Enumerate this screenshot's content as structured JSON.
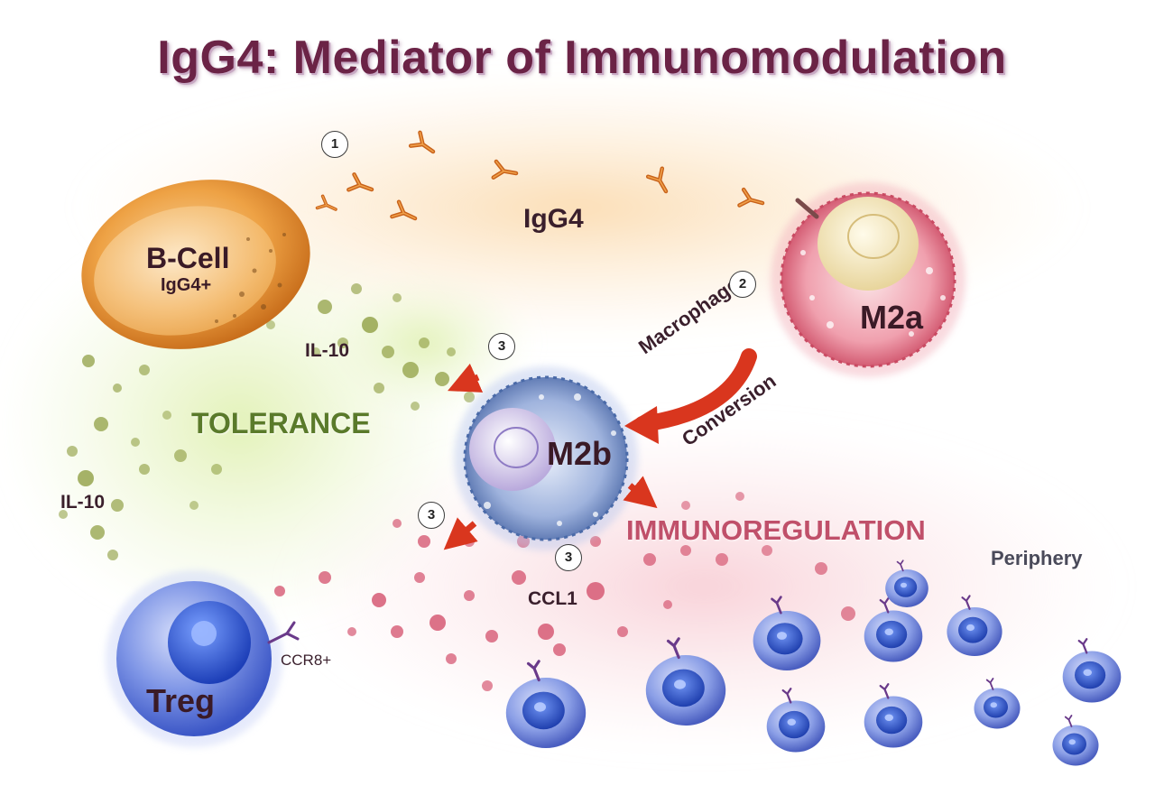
{
  "title": "IgG4: Mediator of Immunomodulation",
  "labels": {
    "igg4": "IgG4",
    "b_cell": "B-Cell",
    "b_cell_sub": "IgG4+",
    "m2a": "M2a",
    "m2b": "M2b",
    "treg": "Treg",
    "ccr8": "CCR8+",
    "il10_upper": "IL-10",
    "il10_lower": "IL-10",
    "tolerance": "TOLERANCE",
    "immunoregulation": "IMMUNOREGULATION",
    "periphery": "Periphery",
    "ccl1": "CCL1",
    "macrophage": "Macrophage",
    "conversion": "Conversion"
  },
  "steps": {
    "step1": "1",
    "step2": "2",
    "step3a": "3",
    "step3b": "3",
    "step3c": "3"
  },
  "colors": {
    "title": "#6b2346",
    "tolerance": "#5a7a2a",
    "immunoregulation": "#c0506a",
    "antibody": "#c8621a",
    "arrow": "#d9361e",
    "b_cell": "#e89a3a",
    "m2a": "#e67a8e",
    "m2b": "#7a93c8",
    "treg": "#4a6ad0",
    "il10_dots": "#8a9a3a",
    "ccl1_dots": "#d65a74"
  }
}
